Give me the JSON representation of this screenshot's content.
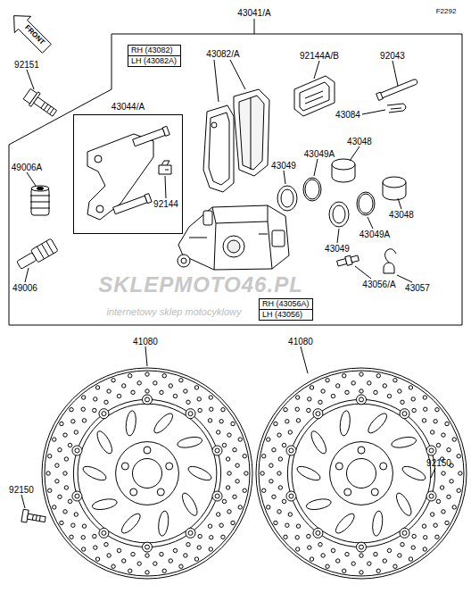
{
  "diagram": {
    "nodes": [
      {
        "text": [
          "43041/A"
        ]
      },
      {
        "text": [
          "RH (43082)",
          "LH (43082A)"
        ],
        "in": 0
      },
      {
        "text": [
          "43044/A"
        ],
        "in": 0
      },
      {
        "text": [
          "RH (43056A)",
          "LH (43056)"
        ],
        "in": 0
      }
    ],
    "labels": [
      "F2292",
      "FRONT",
      "92151",
      "49006A",
      "49006",
      "92144",
      "43082/A",
      "92144A/B",
      "92043",
      "43084",
      "43048",
      "43049",
      "43049A",
      "43048",
      "43049",
      "43049A",
      "43056/A",
      "43057",
      "SKLEPMOTO46.PL",
      "internetowy sklep motocyklowy",
      "41080",
      "41080",
      "92150",
      "92150"
    ]
  }
}
